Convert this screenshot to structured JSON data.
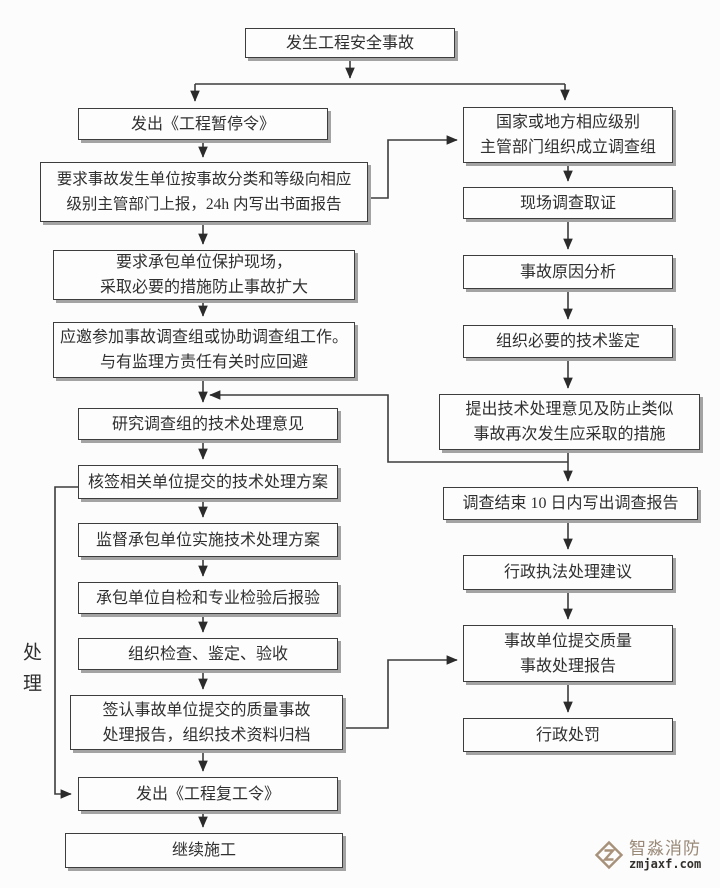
{
  "flowchart": {
    "top": {
      "lines": [
        "发生工程安全事故"
      ]
    },
    "left": [
      {
        "lines": [
          "发出《工程暂停令》"
        ]
      },
      {
        "lines": [
          "要求事故发生单位按事故分类和等级向相应",
          "级别主管部门上报，24h 内写出书面报告"
        ]
      },
      {
        "lines": [
          "要求承包单位保护现场，",
          "采取必要的措施防止事故扩大"
        ]
      },
      {
        "lines": [
          "应邀参加事故调查组或协助调查组工作。",
          "与有监理方责任有关时应回避"
        ]
      },
      {
        "lines": [
          "研究调查组的技术处理意见"
        ]
      },
      {
        "lines": [
          "核签相关单位提交的技术处理方案"
        ]
      },
      {
        "lines": [
          "监督承包单位实施技术处理方案"
        ]
      },
      {
        "lines": [
          "承包单位自检和专业检验后报验"
        ]
      },
      {
        "lines": [
          "组织检查、鉴定、验收"
        ]
      },
      {
        "lines": [
          "签认事故单位提交的质量事故",
          "处理报告，组织技术资料归档"
        ]
      },
      {
        "lines": [
          "发出《工程复工令》"
        ]
      },
      {
        "lines": [
          "继续施工"
        ]
      }
    ],
    "right": [
      {
        "lines": [
          "国家或地方相应级别",
          "主管部门组织成立调查组"
        ]
      },
      {
        "lines": [
          "现场调查取证"
        ]
      },
      {
        "lines": [
          "事故原因分析"
        ]
      },
      {
        "lines": [
          "组织必要的技术鉴定"
        ]
      },
      {
        "lines": [
          "提出技术处理意见及防止类似",
          "事故再次发生应采取的措施"
        ]
      },
      {
        "lines": [
          "调查结束 10 日内写出调查报告"
        ]
      },
      {
        "lines": [
          "行政执法处理建议"
        ]
      },
      {
        "lines": [
          "事故单位提交质量",
          "事故处理报告"
        ]
      },
      {
        "lines": [
          "行政处罚"
        ]
      }
    ],
    "side_label": "处理"
  },
  "watermark": {
    "logo_icon": "diamond-z-logo",
    "brand": "智淼消防",
    "domain": "zmjaxf.com"
  },
  "colors": {
    "background": "#fcfcfc",
    "box_border": "#3d3d3d",
    "box_shadow": "#a3a3a3",
    "line": "#3c3c3c",
    "text": "#2f2f2f",
    "watermark_brand": "#998876",
    "watermark_logo": "#a8917a",
    "watermark_domain": "#33302c"
  }
}
